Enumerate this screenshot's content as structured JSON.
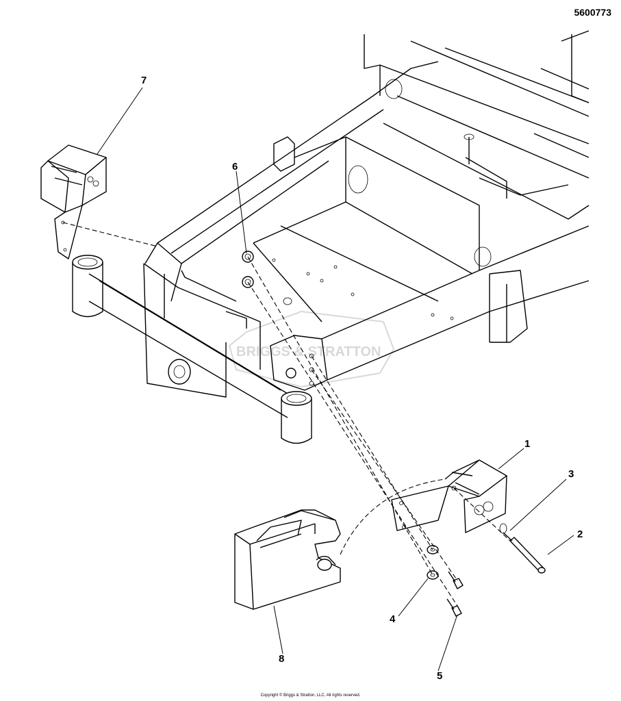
{
  "document_number": "5600773",
  "copyright": "Copyright © Briggs & Stratton, LLC. All rights reserved.",
  "watermark": "BRIGGS & STRATTON",
  "callouts": [
    "1",
    "2",
    "3",
    "4",
    "5",
    "6",
    "7",
    "8"
  ]
}
